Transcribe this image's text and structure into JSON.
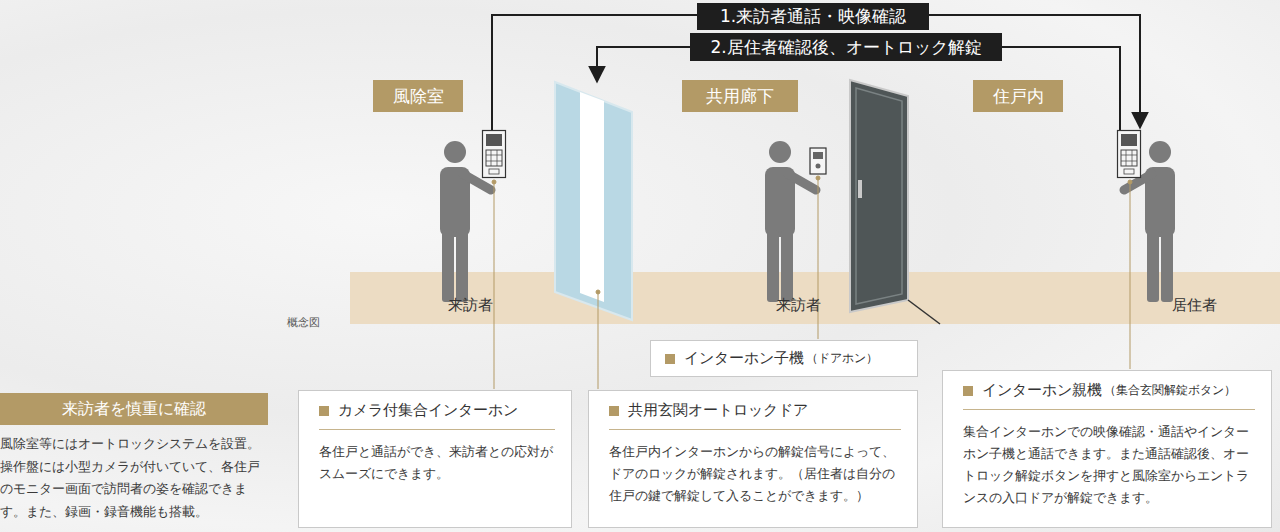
{
  "diagram": {
    "nodes": [
      {
        "text": [
          "1.来訪者通話・映像確認"
        ]
      },
      {
        "text": [
          "2.居住者確認後、オートロック解錠"
        ]
      },
      {
        "text": [
          "風除室"
        ]
      },
      {
        "text": [
          "共用廊下"
        ]
      },
      {
        "text": [
          "住戸内"
        ]
      },
      {
        "text": [
          "インターホン子機",
          "（ドアホン）"
        ]
      },
      {
        "text": [
          "来訪者を慎重に確認",
          "風除室等にはオートロックシステムを設置。操作盤には小型カメラが付いていて、各住戸のモニター画面で訪問者の姿を確認できます。また、録画・録音機能も搭載。"
        ]
      },
      {
        "text": [
          "カメラ付集合インターホン",
          "各住戸と通話ができ、来訪者との応対がスムーズにできます。"
        ]
      },
      {
        "text": [
          "共用玄関オートロックドア",
          "各住戸内インターホンからの解錠信号によって、ドアのロックが解錠されます。（居住者は自分の住戸の鍵で解錠して入ることができます。）"
        ]
      },
      {
        "text": [
          "インターホン親機",
          "（集合玄関解錠ボタン）",
          "集合インターホンでの映像確認・通話やインターホン子機と通話できます。また通話確認後、オートロック解錠ボタンを押すと風除室からエントランスの入口ドアが解錠できます。"
        ]
      }
    ],
    "labels": [
      "来訪者",
      "来訪者",
      "居住者",
      "概念図"
    ]
  }
}
